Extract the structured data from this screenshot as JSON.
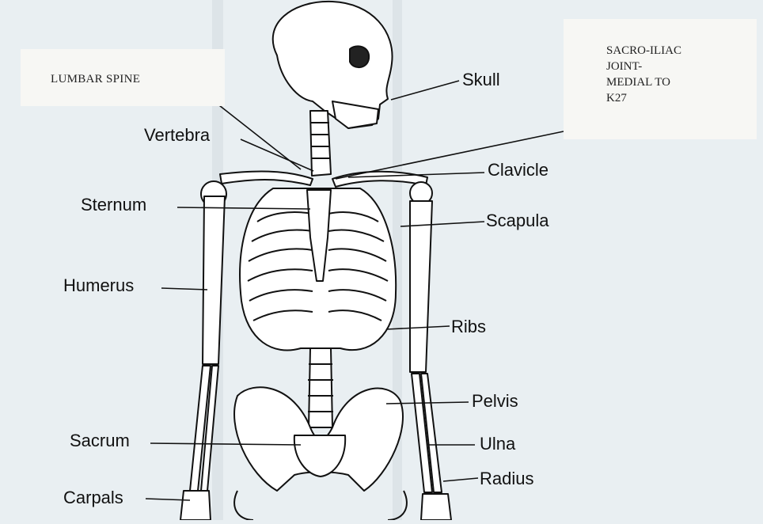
{
  "notes": {
    "left": "LUMBAR SPINE",
    "right": [
      "SACRO-ILIAC",
      "JOINT-",
      "MEDIAL TO",
      "K27"
    ]
  },
  "labels": {
    "skull": "Skull",
    "vertebra": "Vertebra",
    "clavicle": "Clavicle",
    "sternum": "Sternum",
    "scapula": "Scapula",
    "humerus": "Humerus",
    "ribs": "Ribs",
    "pelvis": "Pelvis",
    "sacrum": "Sacrum",
    "ulna": "Ulna",
    "carpals": "Carpals",
    "radius": "Radius"
  },
  "colors": {
    "background": "#e9eff2",
    "bone_fill": "#ffffff",
    "ink": "#111111",
    "note_paper": "#f7f7f4"
  }
}
